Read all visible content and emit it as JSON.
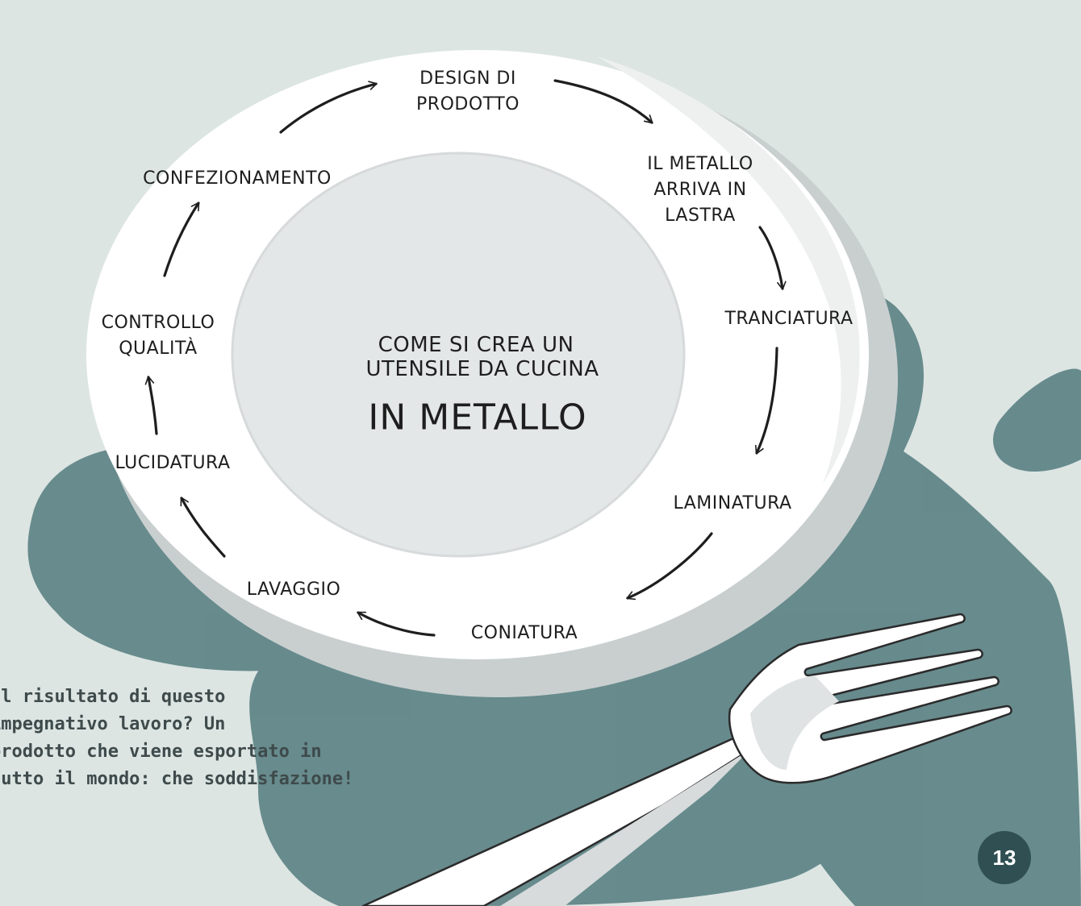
{
  "diagram": {
    "center": {
      "line1": "Come si crea un",
      "line2": "utensile da cucina",
      "line3": "in metallo"
    },
    "steps": [
      "Design di\nprodotto",
      "Il metallo\narriva in\nlastra",
      "Tranciatura",
      "Laminatura",
      "Coniatura",
      "Lavaggio",
      "Lucidatura",
      "Controllo\nqualità",
      "Confezionamento"
    ]
  },
  "caption": "Il risultato di questo\nimpegnativo lavoro? Un\nprodotto che viene esportato in\ntutto il mondo: che soddisfazione!",
  "page_number": "13",
  "colors": {
    "background": "#dce5e2",
    "blob": "#5f8487",
    "plate": "#ffffff",
    "plate_center": "#e4e7e8",
    "ink": "#1e1e1e",
    "text": "#3e4a4b",
    "badge": "#2f4f52"
  }
}
